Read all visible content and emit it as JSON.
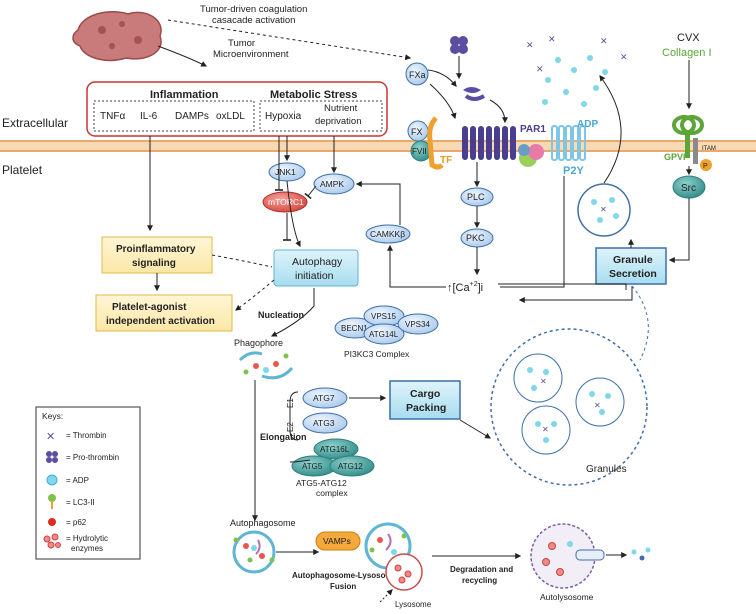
{
  "labels": {
    "tumor_coag": [
      "Tumor-driven coagulation",
      "casacade activation"
    ],
    "tumor_env": [
      "Tumor",
      "Microenvironment"
    ],
    "extracellular": "Extracellular",
    "platelet": "Platelet",
    "inflammation": "Inflammation",
    "metabolic_stress": "Metabolic Stress",
    "tnfa": "TNFα",
    "il6": "IL-6",
    "damps": "DAMPs",
    "oxldl": "oxLDL",
    "hypoxia": "Hypoxia",
    "nutrient": [
      "Nutrient",
      "deprivation"
    ],
    "fxa": "FXa",
    "fx": "FX",
    "fvii": "FVII",
    "tf": "TF",
    "par1": "PAR1",
    "adp": "ADP",
    "p2y": "P2Y",
    "cvx": "CVX",
    "collagen": "Collagen I",
    "gpvi": "GPVI",
    "itam": "ITAM",
    "p": "P",
    "src": "Src",
    "jnk1": "JNK1",
    "mtorc1": "mTORC1",
    "ampk": "AMPK",
    "plc": "PLC",
    "pkc": "PKC",
    "camkkb": "CAMKKβ",
    "ca": "↑[Ca",
    "ca_sup": "+2",
    "ca_end": "]i",
    "proinflammatory": [
      "Proinflammatory",
      "signaling"
    ],
    "autophagy_init": [
      "Autophagy",
      "initiation"
    ],
    "agonist_indep": [
      "Platelet-agonist",
      "independent activation"
    ],
    "granule_secretion": [
      "Granule",
      "Secretion"
    ],
    "nucleation": "Nucleation",
    "beclin": "BECN1",
    "vps15": "VPS15",
    "atg14l": "ATG14L",
    "vps34": "VPS34",
    "pi3kc3": "PI3KC3 Complex",
    "phagophore": "Phagophore",
    "atg7": "ATG7",
    "atg3": "ATG3",
    "e1": "E1",
    "e2": "E2",
    "elongation": "Elongation",
    "atg16l": "ATG16L",
    "atg5": "ATG5",
    "atg12": "ATG12",
    "atg5_12": [
      "ATG5-ATG12",
      "complex"
    ],
    "cargo": [
      "Cargo",
      "Packing"
    ],
    "granules": "Granules",
    "autophagosome": "Autophagosome",
    "vamps": "VAMPs",
    "fusion": [
      "Autophagosome-Lysosome",
      "Fusion"
    ],
    "lysosome": "Lysosome",
    "degradation": [
      "Degradation and",
      "recycling"
    ],
    "autolysosome": "Autolysosome"
  },
  "keys": {
    "title": "Keys:",
    "thrombin": "= Thrombin",
    "prothrombin": "= Pro-thrombin",
    "adp": "= ADP",
    "lc3": "= LC3-II",
    "p62": "= p62",
    "hydrolytic": [
      "= Hydrolytic",
      "enzymes"
    ]
  },
  "colors": {
    "membrane": "#f5c89a",
    "box_border": "#cc3333",
    "yellow_box": "#fdf0c0",
    "yellow_border": "#e3b94a",
    "blue_node": "#cfe3f6",
    "blue_border": "#3f6fa8",
    "teal": "#3f9e9a",
    "red_node": "#e8574f",
    "receptor_purple": "#4a3f8f",
    "p2y_blue": "#7fc5e6",
    "collagen_green": "#5aa637",
    "adp_cyan": "#7fd7ea"
  }
}
